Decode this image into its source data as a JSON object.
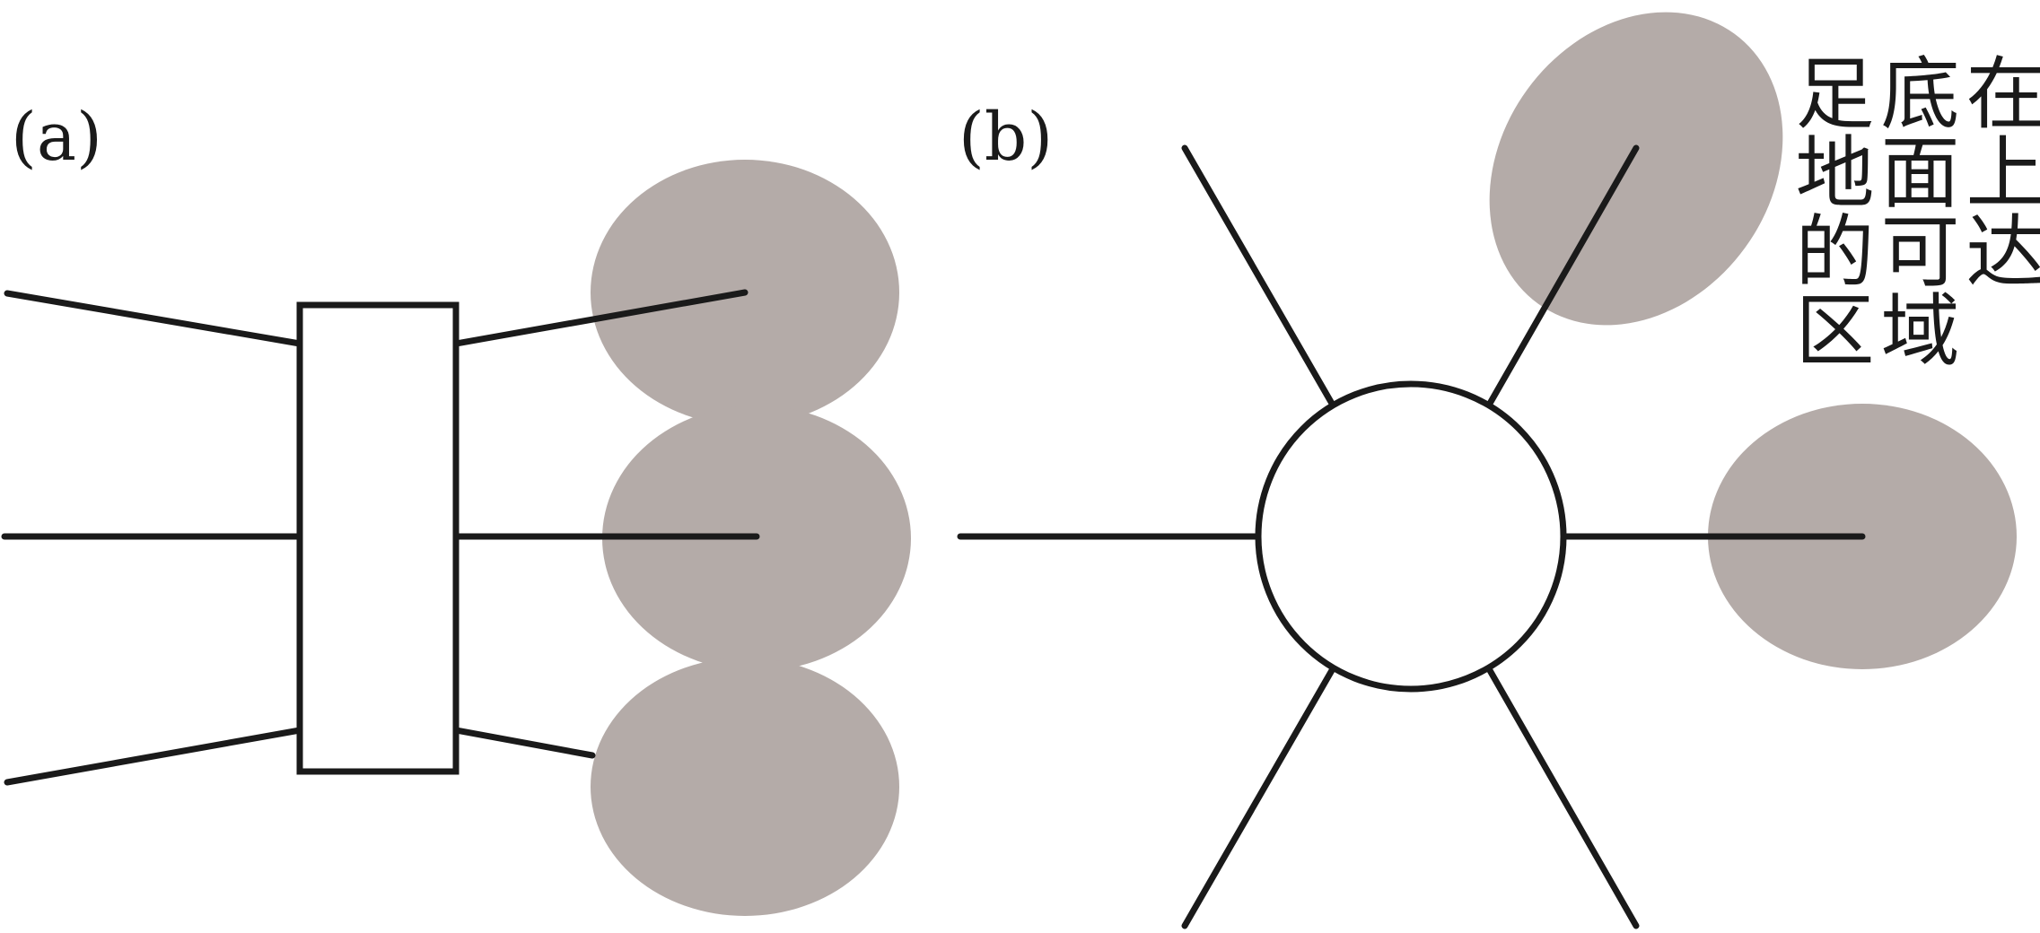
{
  "panels": {
    "a": {
      "label": "(a)"
    },
    "b": {
      "label": "(b)"
    }
  },
  "annotation": {
    "columns": [
      "在上达",
      "底面可域",
      "足地的区"
    ]
  },
  "colors": {
    "stroke": "#1a1a1a",
    "reach_fill": "#b4aba8",
    "body_fill": "#ffffff"
  }
}
